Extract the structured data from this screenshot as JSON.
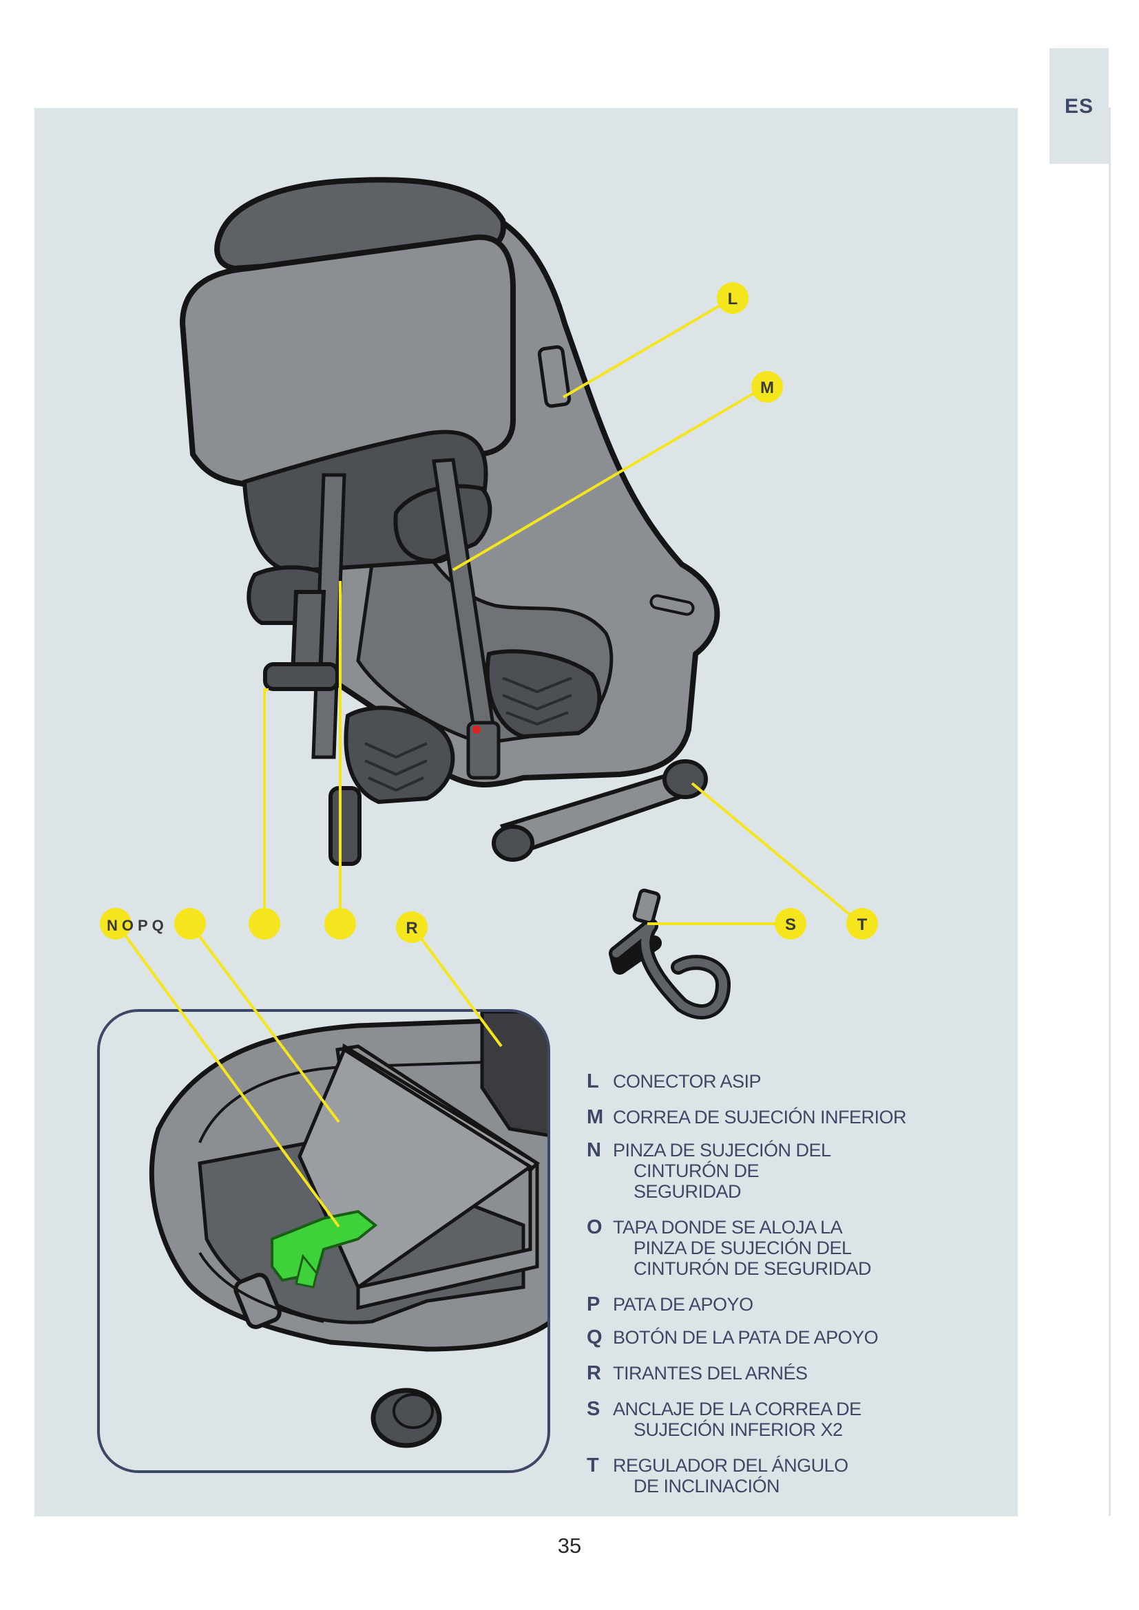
{
  "page": {
    "language_tab": "ES",
    "page_number": "35"
  },
  "callouts": {
    "L": "L",
    "M": "M",
    "NOPQ": "NOPQ",
    "R": "R",
    "S": "S",
    "T": "T"
  },
  "legend": [
    {
      "letter": "L",
      "text": "CONECTOR ASIP"
    },
    {
      "letter": "M",
      "text": "CORREA DE SUJECIÓN INFERIOR"
    },
    {
      "letter": "N",
      "text": "PINZA DE SUJECIÓN DEL CINTURÓN DE SEGURIDAD"
    },
    {
      "letter": "O",
      "text": "TAPA DONDE SE ALOJA LA PINZA DE SUJECIÓN DEL CINTURÓN DE SEGURIDAD"
    },
    {
      "letter": "P",
      "text": "PATA DE APOYO"
    },
    {
      "letter": "Q",
      "text": "BOTÓN DE LA PATA DE APOYO"
    },
    {
      "letter": "R",
      "text": "TIRANTES DEL ARNÉS"
    },
    {
      "letter": "S",
      "text": "ANCLAJE DE LA CORREA DE SUJECIÓN INFERIOR X2"
    },
    {
      "letter": "T",
      "text": "REGULADOR DEL ÁNGULO DE INCLINACIÓN"
    }
  ],
  "colors": {
    "panel": "#dde4e8",
    "callout_yellow": "#f5e51c",
    "seat_body": "#8a8d91",
    "seat_dark": "#5e6166",
    "outline": "#151515",
    "clip_green": "#3fd13a",
    "frame_navy": "#3d4964"
  }
}
